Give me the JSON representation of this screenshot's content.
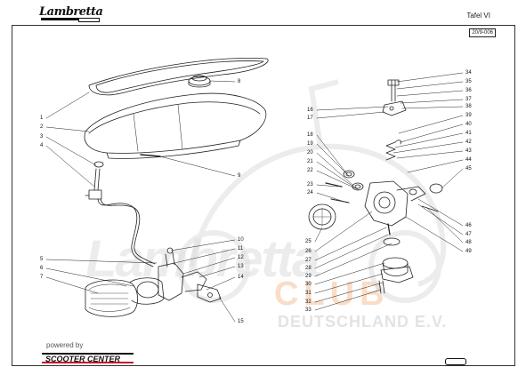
{
  "header": {
    "brand_logo_text": "Lambretta",
    "page_title": "Tafel VI",
    "page_code": "20/9-006"
  },
  "watermark": {
    "word_1": "Lambretta",
    "word_2": "CLUB",
    "word_3": "DEUTSCHLAND E.V."
  },
  "footer": {
    "powered_by": "powered by",
    "sponsor_logo_text": "SCOOTER CENTER"
  },
  "colors": {
    "line": "#222222",
    "watermark_gray": "#d9d9d9",
    "watermark_orange": "#f2c59a",
    "sponsor_red": "#c8102e"
  },
  "callouts": {
    "c1": "1",
    "c2": "2",
    "c3": "3",
    "c4": "4",
    "c5": "5",
    "c6": "6",
    "c7": "7",
    "c8": "8",
    "c9": "9",
    "c10": "10",
    "c11": "11",
    "c12": "12",
    "c13": "13",
    "c14": "14",
    "c15": "15",
    "c16": "16",
    "c17": "17",
    "c18": "18",
    "c19": "19",
    "c20": "20",
    "c21": "21",
    "c22": "22",
    "c23": "23",
    "c24": "24",
    "c25": "25",
    "c26": "26",
    "c27": "27",
    "c28": "28",
    "c29": "29",
    "c30": "30",
    "c31": "31",
    "c32": "32",
    "c33": "33",
    "c34": "34",
    "c35": "35",
    "c36": "36",
    "c37": "37",
    "c38": "38",
    "c39": "39",
    "c40": "40",
    "c41": "41",
    "c42": "42",
    "c43": "43",
    "c44": "44",
    "c45": "45",
    "c46": "46",
    "c47": "47",
    "c48": "48",
    "c49": "49"
  }
}
